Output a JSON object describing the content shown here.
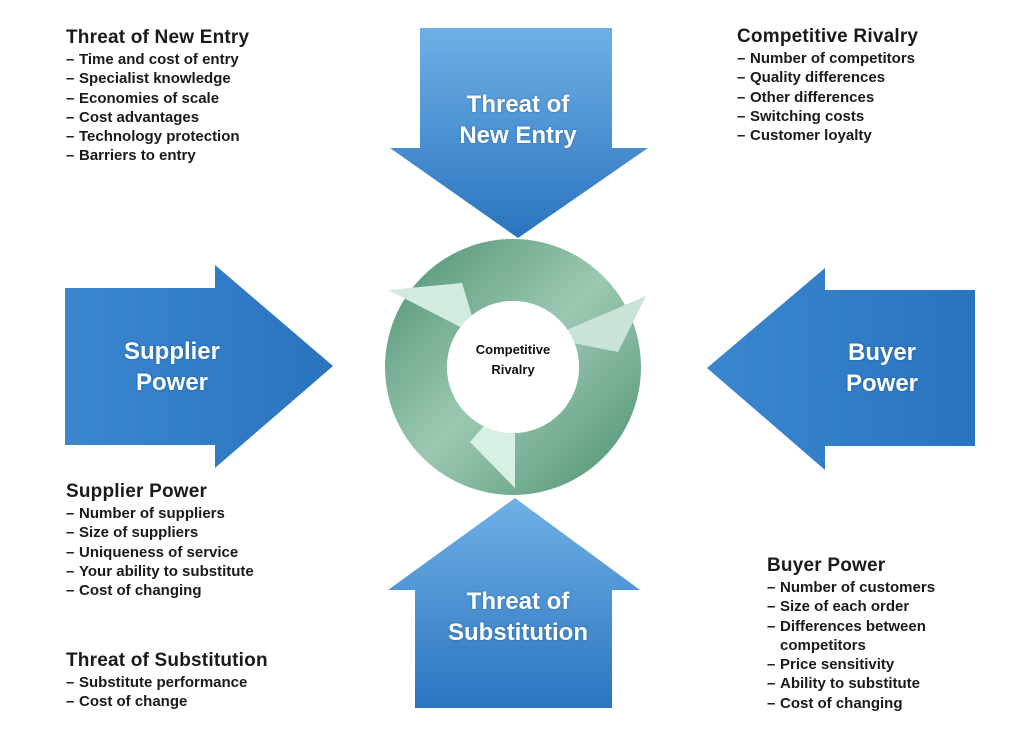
{
  "colors": {
    "arrow_blue_dark": "#2a74bf",
    "arrow_blue_light": "#6fb0e6",
    "ring_green_dark": "#5f9e80",
    "ring_green_light": "#c9e4d7"
  },
  "arrows": {
    "top": {
      "line1": "Threat of",
      "line2": "New Entry"
    },
    "left": {
      "line1": "Supplier",
      "line2": "Power"
    },
    "right": {
      "line1": "Buyer",
      "line2": "Power"
    },
    "bottom": {
      "line1": "Threat of",
      "line2": "Substitution"
    }
  },
  "center": {
    "line1": "Competitive",
    "line2": "Rivalry"
  },
  "blocks": {
    "new_entry": {
      "title": "Threat of New Entry",
      "items": [
        "Time and cost of entry",
        "Specialist knowledge",
        "Economies of scale",
        "Cost advantages",
        "Technology protection",
        "Barriers to entry"
      ]
    },
    "rivalry": {
      "title": "Competitive Rivalry",
      "items": [
        "Number of competitors",
        "Quality differences",
        "Other differences",
        "Switching costs",
        "Customer loyalty"
      ]
    },
    "supplier": {
      "title": "Supplier Power",
      "items": [
        "Number of suppliers",
        "Size of suppliers",
        "Uniqueness of service",
        "Your ability to substitute",
        "Cost of changing"
      ]
    },
    "substitution": {
      "title": "Threat of Substitution",
      "items": [
        "Substitute performance",
        "Cost of change"
      ]
    },
    "buyer": {
      "title": "Buyer Power",
      "items": [
        "Number of customers",
        "Size of each order",
        "Differences between competitors",
        "Price sensitivity",
        "Ability to substitute",
        "Cost of changing"
      ]
    }
  }
}
